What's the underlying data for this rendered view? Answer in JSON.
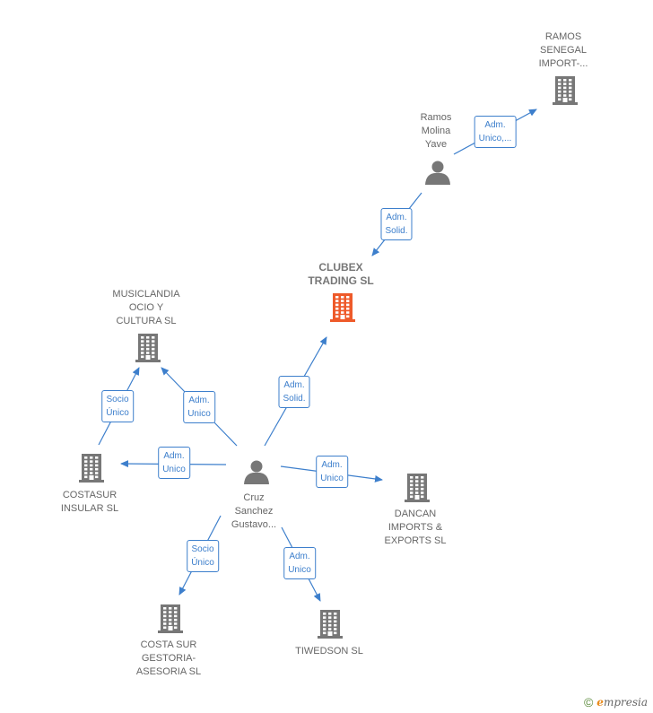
{
  "nodes": [
    {
      "id": "ramos_senegal",
      "type": "company",
      "label": "RAMOS\nSENEGAL\nIMPORT-..."
    },
    {
      "id": "ramos_molina",
      "type": "person",
      "label": "Ramos\nMolina\nYave"
    },
    {
      "id": "clubex",
      "type": "company",
      "label": "CLUBEX\nTRADING SL",
      "focus": true
    },
    {
      "id": "musiclandia",
      "type": "company",
      "label": "MUSICLANDIA\nOCIO Y\nCULTURA SL"
    },
    {
      "id": "costasur_insular",
      "type": "company",
      "label": "COSTASUR\nINSULAR SL"
    },
    {
      "id": "cruz_sanchez",
      "type": "person",
      "label": "Cruz\nSanchez\nGustavo..."
    },
    {
      "id": "dancan",
      "type": "company",
      "label": "DANCAN\nIMPORTS &\nEXPORTS SL"
    },
    {
      "id": "costa_sur_gestoria",
      "type": "company",
      "label": "COSTA SUR\nGESTORIA-\nASESORIA SL"
    },
    {
      "id": "tiwedson",
      "type": "company",
      "label": "TIWEDSON SL"
    }
  ],
  "edges": [
    {
      "from": "ramos_molina",
      "to": "ramos_senegal",
      "label": "Adm.\nUnico,..."
    },
    {
      "from": "ramos_molina",
      "to": "clubex",
      "label": "Adm.\nSolid."
    },
    {
      "from": "cruz_sanchez",
      "to": "clubex",
      "label": "Adm.\nSolid."
    },
    {
      "from": "cruz_sanchez",
      "to": "musiclandia",
      "label": "Adm.\nUnico"
    },
    {
      "from": "costasur_insular",
      "to": "musiclandia",
      "label": "Socio\nÚnico"
    },
    {
      "from": "cruz_sanchez",
      "to": "costasur_insular",
      "label": "Adm.\nUnico"
    },
    {
      "from": "cruz_sanchez",
      "to": "dancan",
      "label": "Adm.\nUnico"
    },
    {
      "from": "cruz_sanchez",
      "to": "costa_sur_gestoria",
      "label": "Socio\nÚnico"
    },
    {
      "from": "cruz_sanchez",
      "to": "tiwedson",
      "label": "Adm.\nUnico"
    }
  ],
  "colors": {
    "edge": "#3d7fcc",
    "company_icon": "#777777",
    "focus_icon": "#ee5a2a",
    "person_icon": "#777777"
  },
  "footer": {
    "copyright": "©",
    "brand_initial": "e",
    "brand_rest": "mpresia"
  }
}
